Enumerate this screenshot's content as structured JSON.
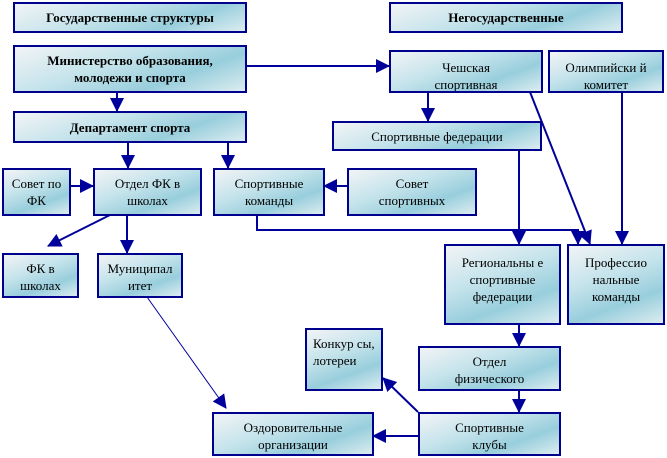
{
  "boxes": {
    "gov": "Государственные структуры",
    "nongov": "Негосударственные",
    "ministry": "Министерство образования, молодежи и спорта",
    "czech": "Чешская спортивная",
    "olympic": "Олимпийски й комитет",
    "department": "Департамент спорта",
    "federations": "Спортивные федерации",
    "council_pe": "Совет по ФК",
    "dept_pe_schools": "Отдел ФК в школах",
    "sport_teams": "Спортивные команды",
    "council_sport": "Совет спортивных",
    "pe_schools": "ФК в школах",
    "municipality": "Муниципал итет",
    "regional": "Региональны е спортивные федерации",
    "professional": "Профессио нальные команды",
    "contests": "Конкур сы, лотереи",
    "dept_phys": "Отдел физического",
    "clubs": "Спортивные клубы",
    "health": "Оздоровительные организации"
  },
  "colors": {
    "line": "#00009a",
    "gradient_light": "#f2f4f6",
    "gradient_blue": "#98cedc"
  }
}
